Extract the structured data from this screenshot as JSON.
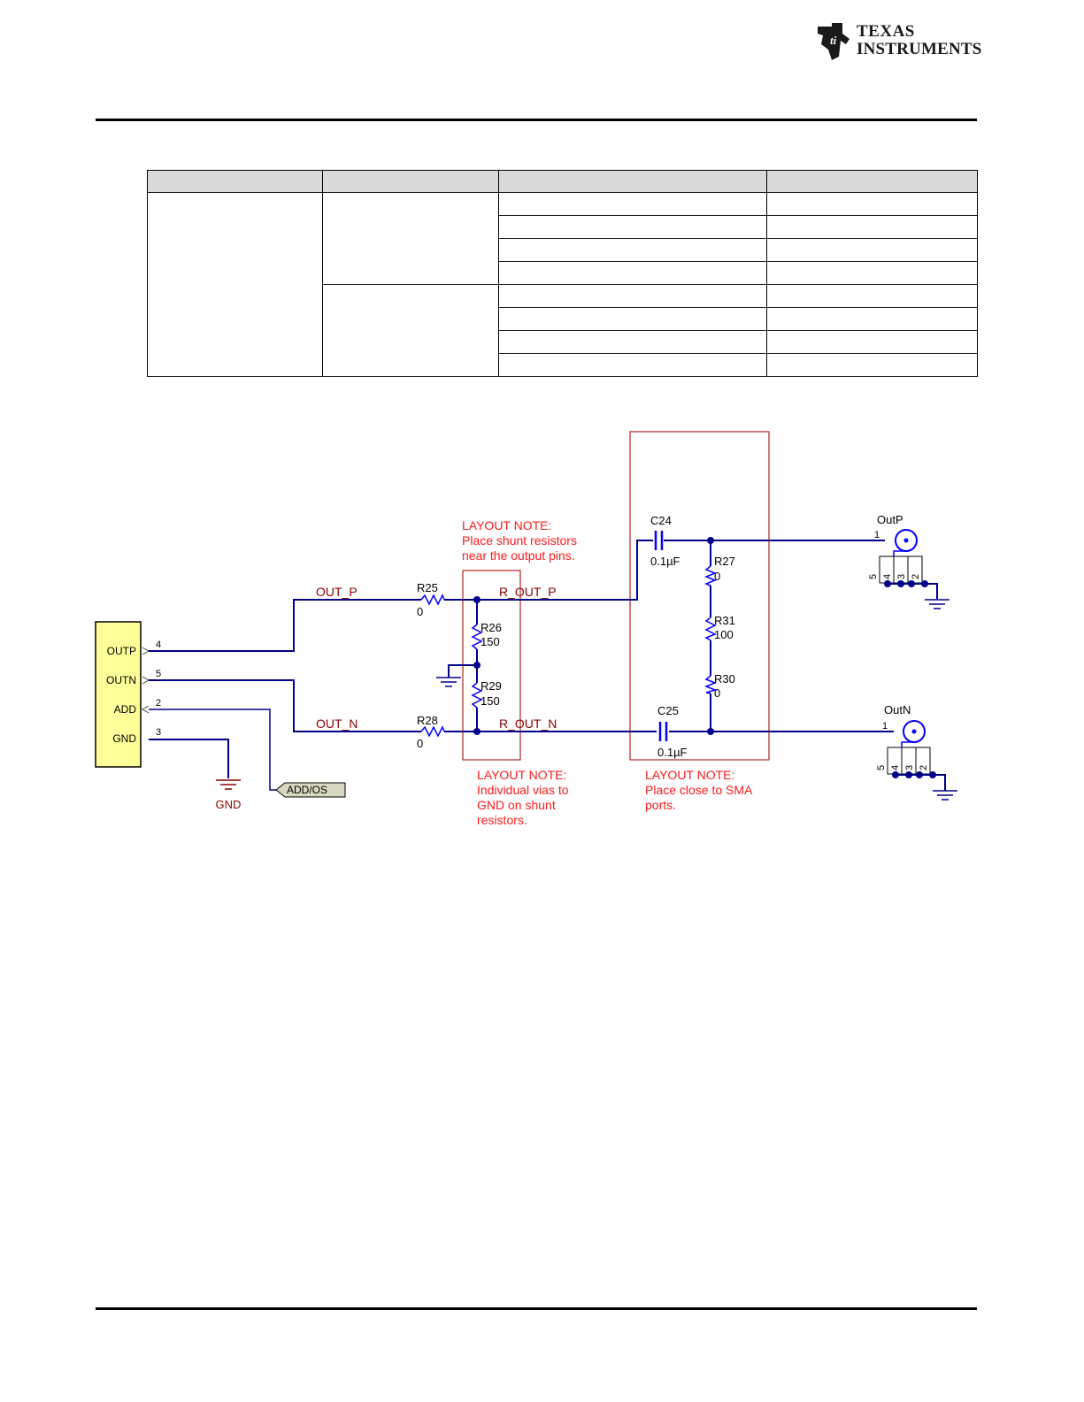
{
  "header": {
    "logo_line1": "TEXAS",
    "logo_line2": "INSTRUMENTS"
  },
  "schematic": {
    "pins": [
      {
        "name": "OUTP",
        "num": "4"
      },
      {
        "name": "OUTN",
        "num": "5"
      },
      {
        "name": "ADD",
        "num": "2"
      },
      {
        "name": "GND",
        "num": "3"
      }
    ],
    "nets": {
      "out_p": "OUT_P",
      "out_n": "OUT_N",
      "r_out_p": "R_OUT_P",
      "r_out_n": "R_OUT_N"
    },
    "parts": {
      "r25": {
        "ref": "R25",
        "value": "0"
      },
      "r28": {
        "ref": "R28",
        "value": "0"
      },
      "r26": {
        "ref": "R26",
        "value": "150"
      },
      "r29": {
        "ref": "R29",
        "value": "150"
      },
      "r27": {
        "ref": "R27",
        "value": "0"
      },
      "r31": {
        "ref": "R31",
        "value": "100"
      },
      "r30": {
        "ref": "R30",
        "value": "0"
      },
      "c24": {
        "ref": "C24",
        "value": "0.1µF"
      },
      "c25": {
        "ref": "C25",
        "value": "0.1µF"
      }
    },
    "connectors": {
      "outp": {
        "name": "OutP",
        "pin1": "1",
        "pins": [
          "5",
          "4",
          "3",
          "2"
        ]
      },
      "outn": {
        "name": "OutN",
        "pin1": "1",
        "pins": [
          "5",
          "4",
          "3",
          "2"
        ]
      }
    },
    "gnd_label": "GND",
    "port_label": "ADD/OS",
    "notes": {
      "shunt_top": [
        "LAYOUT NOTE:",
        "Place shunt resistors",
        "near the output pins."
      ],
      "shunt_bottom": [
        "LAYOUT NOTE:",
        "Individual vias to",
        "GND on shunt",
        "resistors."
      ],
      "sma": [
        "LAYOUT NOTE:",
        "Place close to SMA",
        "ports."
      ]
    },
    "colors": {
      "wire": "#00008b",
      "net_label": "#8b0000",
      "note": "#ff1a1a",
      "box": "#b22222",
      "part": "#0000ff",
      "chip_fill": "#ffff99"
    }
  }
}
